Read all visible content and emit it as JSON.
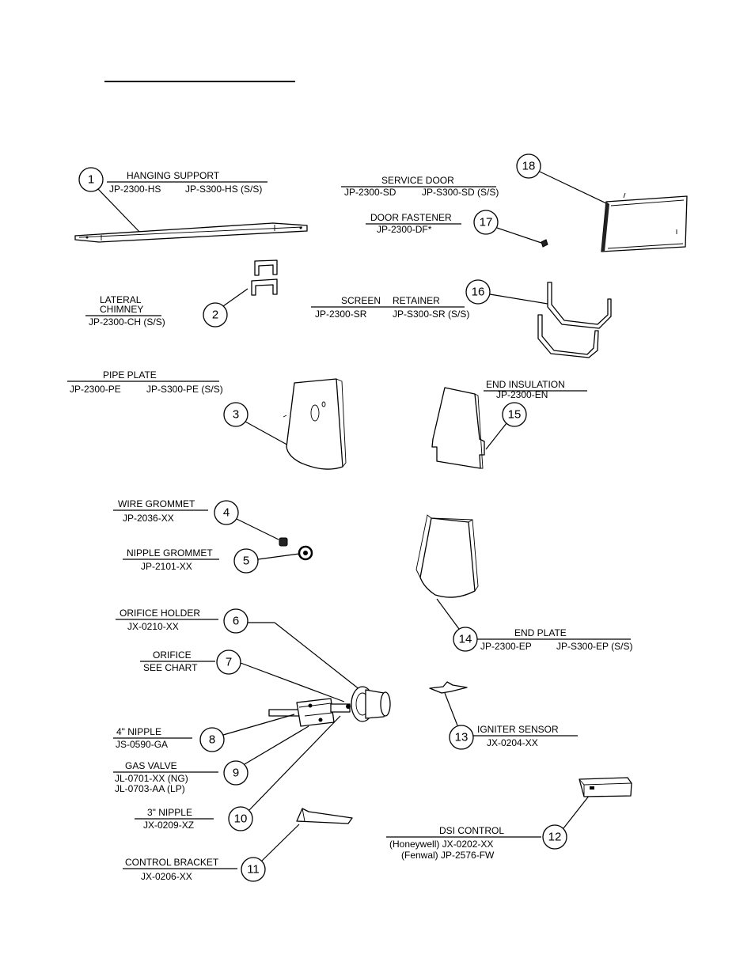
{
  "parts": [
    {
      "num": "1",
      "title": "HANGING SUPPORT",
      "codes": [
        "JP-2300-HS",
        "JP-S300-HS (S/S)"
      ]
    },
    {
      "num": "2",
      "title": "LATERAL CHIMNEY",
      "title_lines": [
        "LATERAL",
        "CHIMNEY"
      ],
      "codes": [
        "JP-2300-CH (S/S)"
      ]
    },
    {
      "num": "3",
      "title": "PIPE PLATE",
      "codes": [
        "JP-2300-PE",
        "JP-S300-PE (S/S)"
      ]
    },
    {
      "num": "4",
      "title": "WIRE GROMMET",
      "codes": [
        "JP-2036-XX"
      ]
    },
    {
      "num": "5",
      "title": "NIPPLE GROMMET",
      "codes": [
        "JP-2101-XX"
      ]
    },
    {
      "num": "6",
      "title": "ORIFICE HOLDER",
      "codes": [
        "JX-0210-XX"
      ]
    },
    {
      "num": "7",
      "title": "ORIFICE",
      "codes": [
        "SEE CHART"
      ]
    },
    {
      "num": "8",
      "title": "4\" NIPPLE",
      "codes": [
        "JS-0590-GA"
      ]
    },
    {
      "num": "9",
      "title": "GAS VALVE",
      "codes": [
        "JL-0701-XX (NG)",
        "JL-0703-AA (LP)"
      ]
    },
    {
      "num": "10",
      "title": "3\" NIPPLE",
      "codes": [
        "JX-0209-XZ"
      ]
    },
    {
      "num": "11",
      "title": "CONTROL BRACKET",
      "codes": [
        "JX-0206-XX"
      ]
    },
    {
      "num": "12",
      "title": "DSI CONTROL",
      "codes": [
        "(Honeywell) JX-0202-XX",
        "(Fenwal) JP-2576-FW"
      ]
    },
    {
      "num": "13",
      "title": "IGNITER SENSOR",
      "codes": [
        "JX-0204-XX"
      ]
    },
    {
      "num": "14",
      "title": "END PLATE",
      "codes": [
        "JP-2300-EP",
        "JP-S300-EP (S/S)"
      ]
    },
    {
      "num": "15",
      "title": "END INSULATION",
      "codes": [
        "JP-2300-EN"
      ]
    },
    {
      "num": "16",
      "title": "SCREEN RETAINER",
      "title_words": [
        "SCREEN",
        "RETAINER"
      ],
      "codes": [
        "JP-2300-SR",
        "JP-S300-SR (S/S)"
      ]
    },
    {
      "num": "17",
      "title": "DOOR FASTENER",
      "codes": [
        "JP-2300-DF*"
      ]
    },
    {
      "num": "18",
      "title": "SERVICE DOOR",
      "codes": [
        "JP-2300-SD",
        "JP-S300-SD (S/S)"
      ]
    }
  ]
}
